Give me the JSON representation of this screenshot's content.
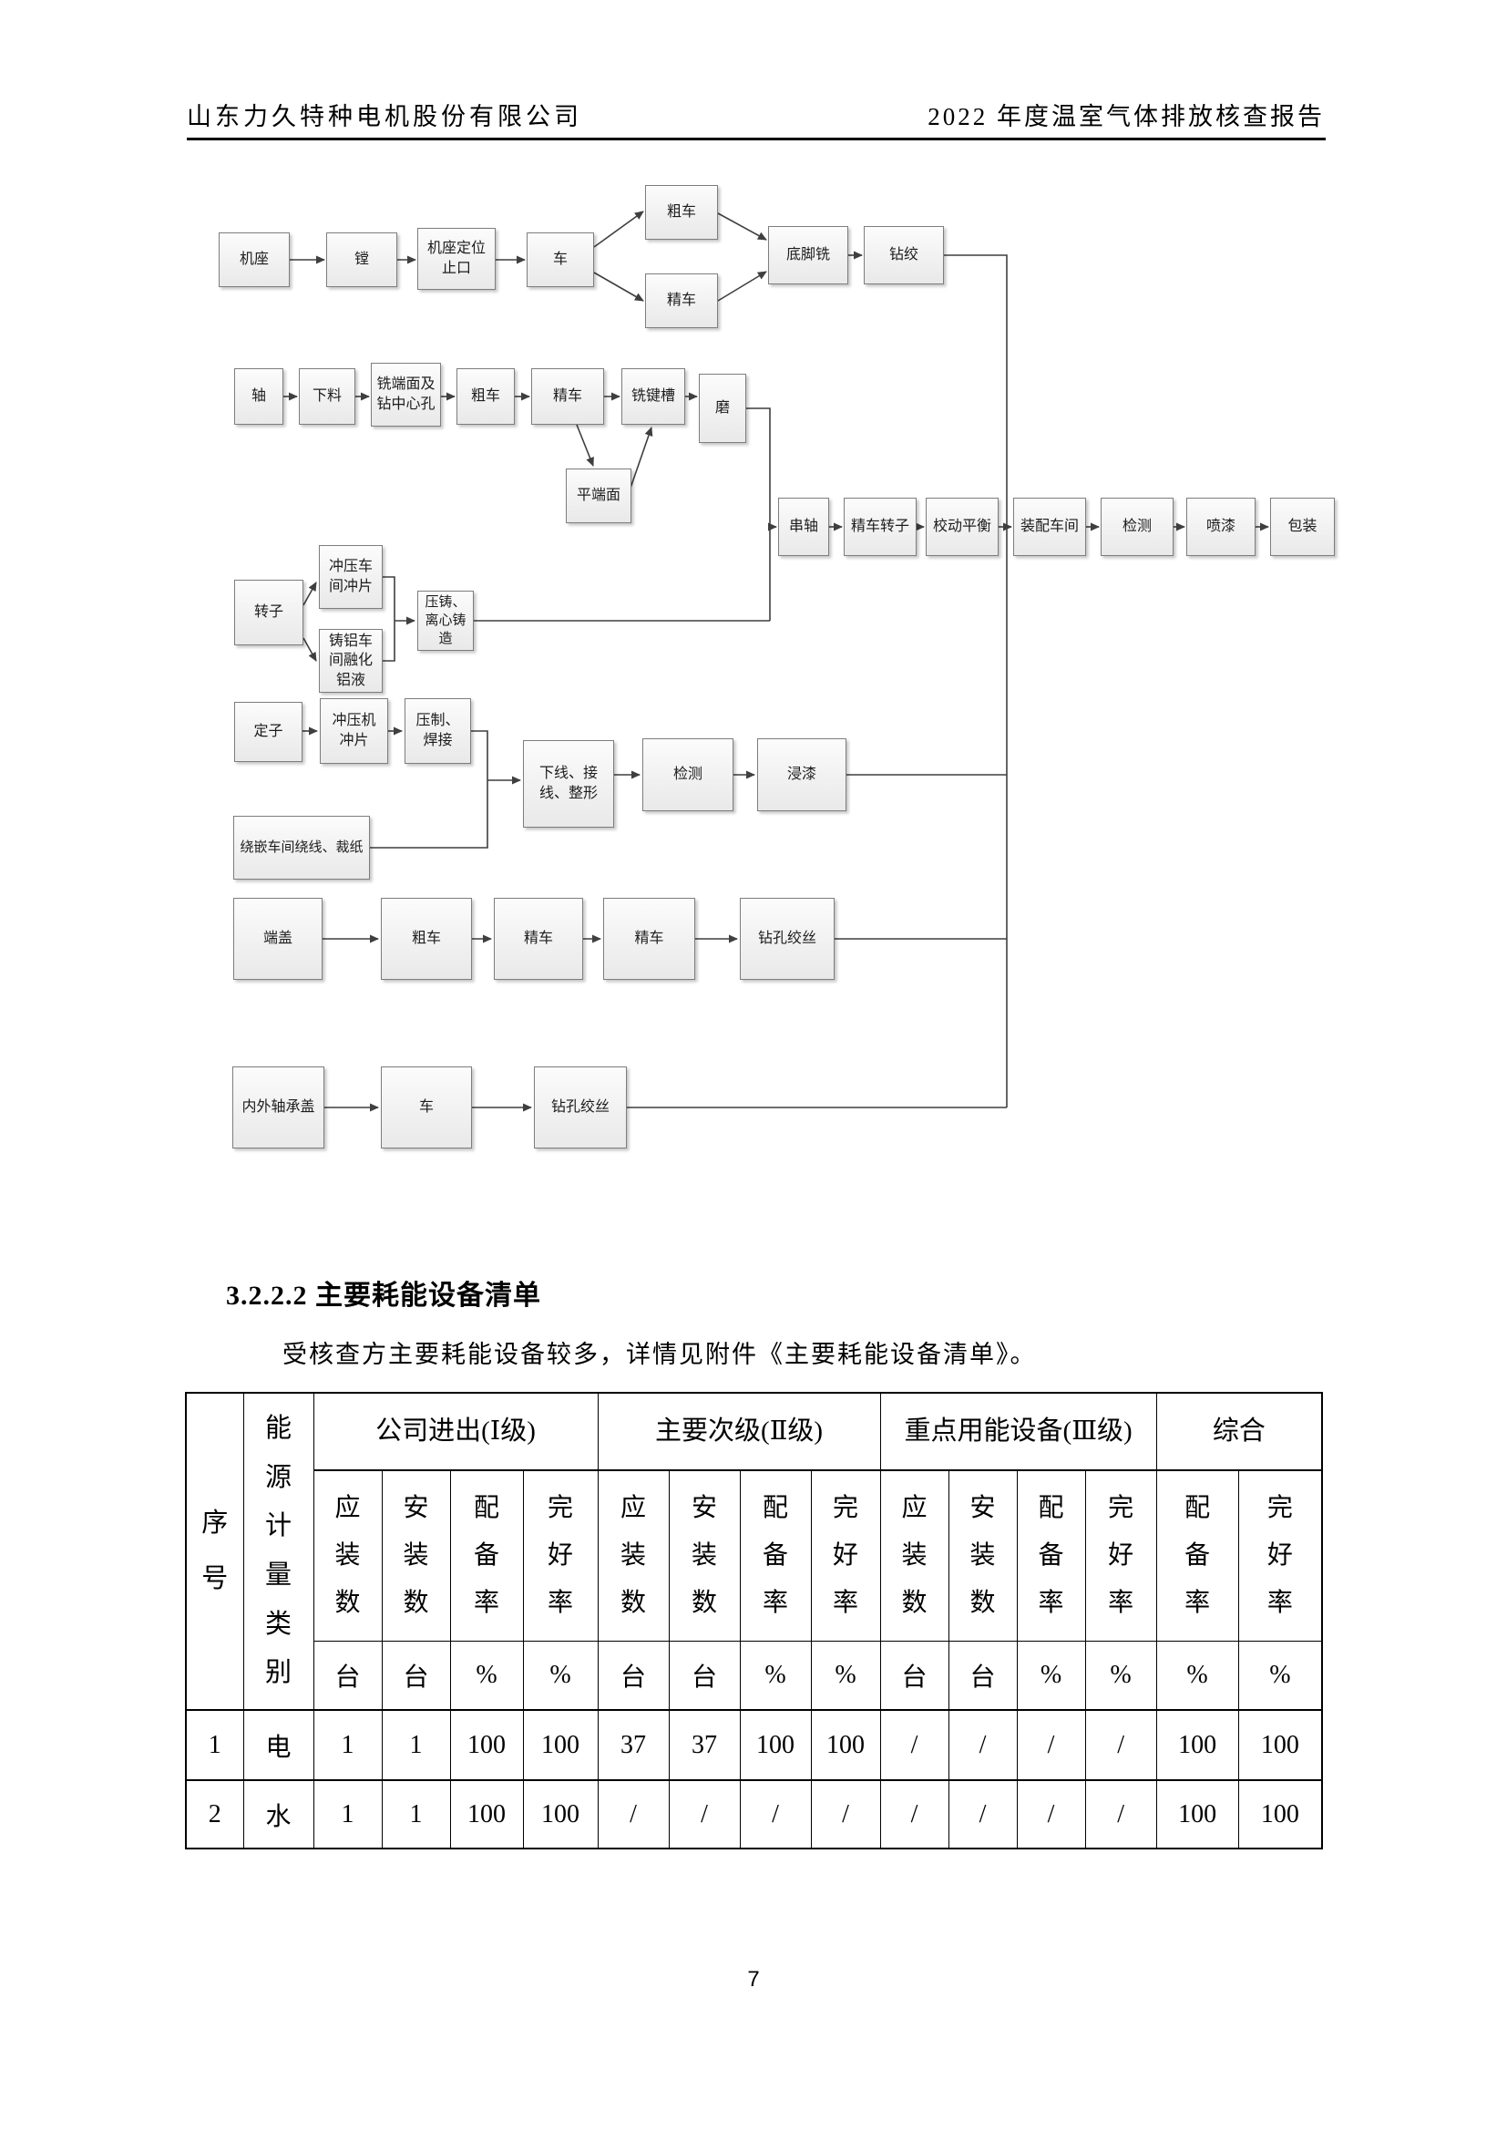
{
  "page": {
    "header_left": "山东力久特种电机股份有限公司",
    "header_right": "2022 年度温室气体排放核查报告",
    "page_number": "7"
  },
  "section": {
    "heading": "3.2.2.2 主要耗能设备清单",
    "paragraph": "受核查方主要耗能设备较多，详情见附件《主要耗能设备清单》。"
  },
  "flowchart": {
    "nodes": [
      "机座",
      "镗",
      "机座定位止口",
      "车",
      "粗车",
      "精车",
      "底脚铣",
      "钻绞",
      "轴",
      "下料",
      "铣端面及钻中心孔",
      "粗车",
      "精车",
      "铣键槽",
      "磨",
      "平端面",
      "串轴",
      "精车转子",
      "校动平衡",
      "装配车间",
      "检测",
      "喷漆",
      "包装",
      "转子",
      "冲压车间冲片",
      "铸铝车间融化铝液",
      "压铸、离心铸造",
      "定子",
      "冲压机冲片",
      "压制、焊接",
      "绕嵌车间绕线、裁纸",
      "下线、接线、整形",
      "检测",
      "浸漆",
      "端盖",
      "粗车",
      "精车",
      "精车",
      "钻孔绞丝",
      "内外轴承盖",
      "车",
      "钻孔绞丝"
    ],
    "edges": [
      "机座→镗",
      "镗→机座定位止口",
      "机座定位止口→车",
      "车→粗车",
      "车→精车",
      "粗车→底脚铣",
      "精车→底脚铣",
      "底脚铣→钻绞",
      "钻绞→装配车间",
      "轴→下料",
      "下料→铣端面及钻中心孔",
      "铣端面及钻中心孔→粗车",
      "粗车→精车",
      "精车→铣键槽",
      "精车→平端面",
      "平端面→铣键槽",
      "铣键槽→磨",
      "磨→串轴",
      "串轴→精车转子",
      "精车转子→校动平衡",
      "校动平衡→装配车间",
      "装配车间→检测",
      "检测→喷漆",
      "喷漆→包装",
      "转子→冲压车间冲片",
      "转子→铸铝车间融化铝液",
      "冲压车间冲片→压铸、离心铸造",
      "铸铝车间融化铝液→压铸、离心铸造",
      "压铸、离心铸造→串轴",
      "定子→冲压机冲片",
      "冲压机冲片→压制、焊接",
      "压制、焊接→下线、接线、整形",
      "绕嵌车间绕线、裁纸→下线、接线、整形",
      "下线、接线、整形→检测",
      "检测→浸漆",
      "浸漆→装配车间",
      "端盖→粗车",
      "粗车→精车",
      "精车→精车",
      "精车→钻孔绞丝",
      "钻孔绞丝→装配车间",
      "内外轴承盖→车",
      "车→钻孔绞丝",
      "钻孔绞丝→装配车间"
    ]
  },
  "table": {
    "col_headers": {
      "seq": "序号",
      "category": "能源计量类别",
      "groups": [
        "公司进出(Ⅰ级)",
        "主要次级(Ⅱ级)",
        "重点用能设备(Ⅲ级)",
        "综合"
      ],
      "sub": [
        "应装数",
        "安装数",
        "配备率",
        "完好率",
        "应装数",
        "安装数",
        "配备率",
        "完好率",
        "应装数",
        "安装数",
        "配备率",
        "完好率",
        "配备率",
        "完好率"
      ],
      "units": [
        "台",
        "台",
        "%",
        "%",
        "台",
        "台",
        "%",
        "%",
        "台",
        "台",
        "%",
        "%",
        "%",
        "%"
      ]
    },
    "rows": [
      {
        "seq": "1",
        "category": "电",
        "values": [
          "1",
          "1",
          "100",
          "100",
          "37",
          "37",
          "100",
          "100",
          "/",
          "/",
          "/",
          "/",
          "100",
          "100"
        ]
      },
      {
        "seq": "2",
        "category": "水",
        "values": [
          "1",
          "1",
          "100",
          "100",
          "/",
          "/",
          "/",
          "/",
          "/",
          "/",
          "/",
          "/",
          "100",
          "100"
        ]
      }
    ]
  }
}
